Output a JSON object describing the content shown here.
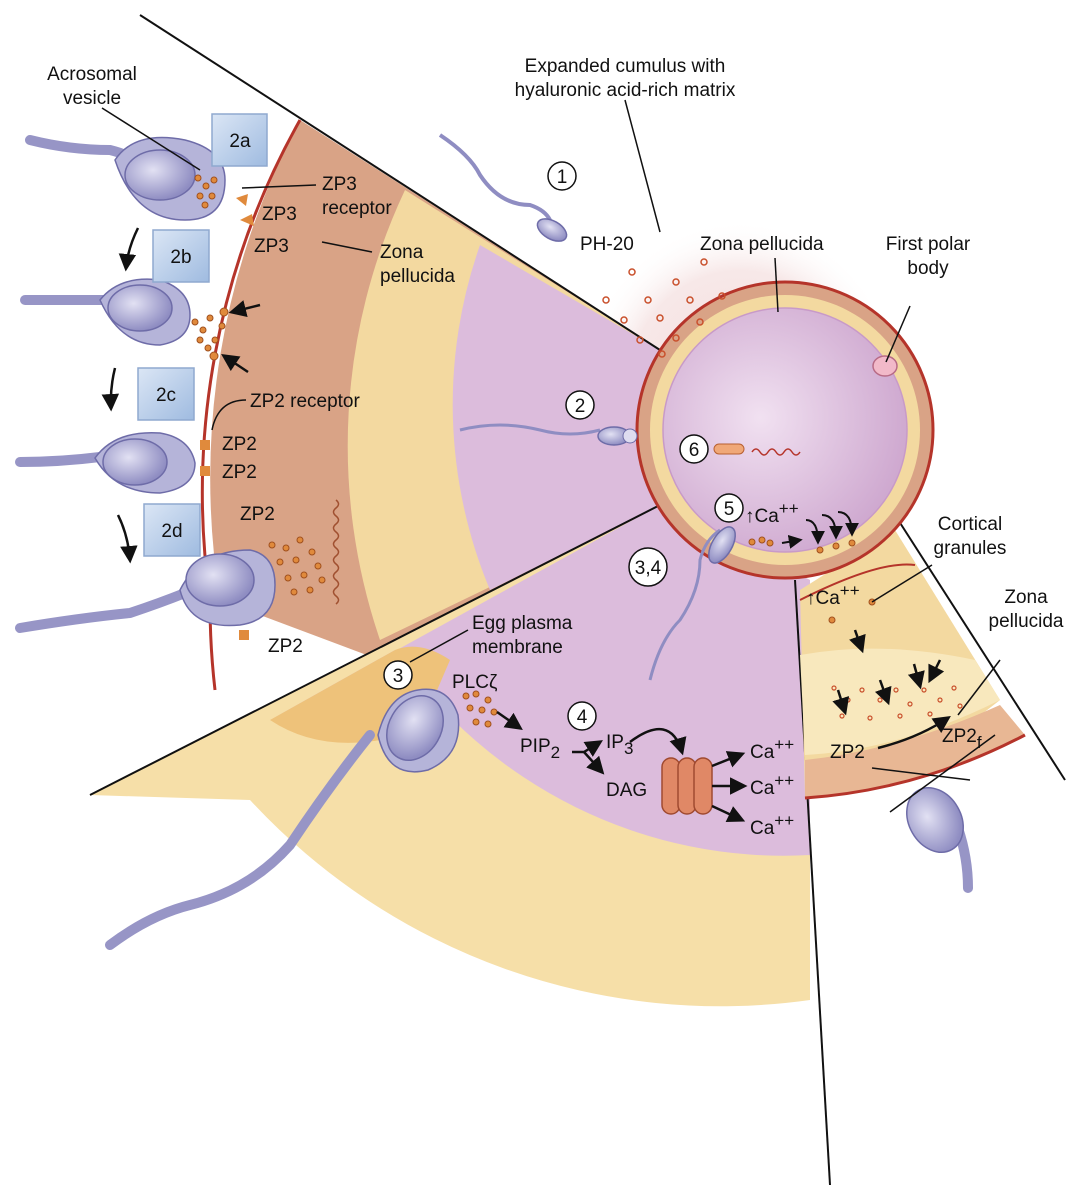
{
  "labels": {
    "acrosomal_vesicle_1": "Acrosomal",
    "acrosomal_vesicle_2": "vesicle",
    "expanded_cumulus_1": "Expanded cumulus with",
    "expanded_cumulus_2": "hyaluronic acid-rich matrix",
    "zp3_receptor_1": "ZP3",
    "zp3_receptor_2": "receptor",
    "zp3_a": "ZP3",
    "zp3_b": "ZP3",
    "zona_pellucida_left_1": "Zona",
    "zona_pellucida_left_2": "pellucida",
    "ph20": "PH-20",
    "zona_pellucida_top": "Zona pellucida",
    "first_polar_body_1": "First polar",
    "first_polar_body_2": "body",
    "zp2_receptor": "ZP2 receptor",
    "zp2_a": "ZP2",
    "zp2_b": "ZP2",
    "zp2_c": "ZP2",
    "zp2_d": "ZP2",
    "ca_up_5": "↑Ca",
    "ca_up_5_sup": "++",
    "cortical_granules_1": "Cortical",
    "cortical_granules_2": "granules",
    "ca_up_right": "↑Ca",
    "ca_up_right_sup": "++",
    "egg_plasma_membrane_1": "Egg plasma",
    "egg_plasma_membrane_2": "membrane",
    "zona_pellucida_right_1": "Zona",
    "zona_pellucida_right_2": "pellucida",
    "plc": "PLCζ",
    "pip2": "PIP",
    "pip2_sub": "2",
    "ip3": "IP",
    "ip3_sub": "3",
    "dag": "DAG",
    "ca_1": "Ca",
    "ca_1_sup": "++",
    "ca_2": "Ca",
    "ca_2_sup": "++",
    "ca_3": "Ca",
    "ca_3_sup": "++",
    "zp2f": "ZP2",
    "zp2f_sub": "f",
    "zp2_right": "ZP2"
  },
  "steps": {
    "s2a": "2a",
    "s2b": "2b",
    "s2c": "2c",
    "s2d": "2d"
  },
  "circled": {
    "c1": "1",
    "c2": "2",
    "c34": "3,4",
    "c3": "3",
    "c4": "4",
    "c5": "5",
    "c6": "6"
  },
  "colors": {
    "zona": "#d9a386",
    "zona_edge": "#b5342a",
    "perivitelline": "#f3d9a0",
    "cytoplasm": "#e3c9e3",
    "sperm": "#b9b8dc",
    "granule": "#e08a3c",
    "step_box": "#b8cde8"
  }
}
